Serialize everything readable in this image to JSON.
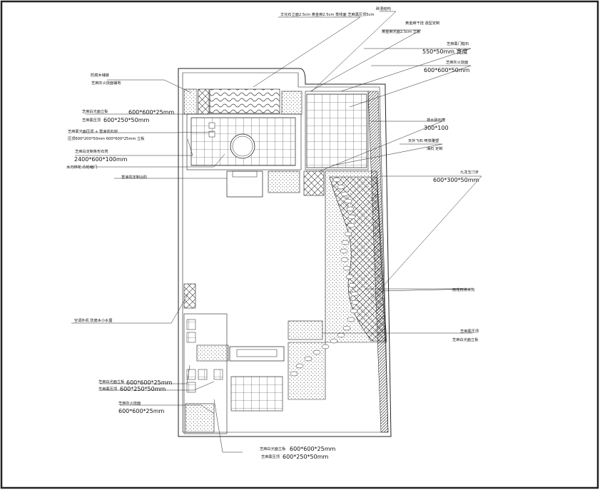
{
  "drawing": {
    "border_color": "#000000",
    "line_color": "#222222",
    "labels": {
      "top_center": "砖混结构",
      "stone_line": "文化石立面2.5cm  黄金麻2.5cm  蒸栈面  芝麻黑压顶5cm",
      "gold_pillar": "黄金麻干挂  造型定制",
      "gold_face": "黄金麻光面2.5cm 立板",
      "threshold_t": "芝麻黑门槛石",
      "threshold_v": "550*50mm 宽度",
      "grey_t": "芝麻灰火烧面",
      "grey_v": "600*600*50mm",
      "drain_t": "排水碎石槽",
      "drain_v": "300*100",
      "tianwai_1": "天外飞石 喷泉雕塑",
      "tianwai_2": "海石 定制",
      "path_t": "九龙玉汀步",
      "path_v": "600*300*50mm",
      "waterscape": "雨花石排水沟",
      "zhima_black": "芝麻黑压顶",
      "zhima_white_r": "芝麻白光面立板",
      "jar_1": "防腐木铺装",
      "jar_2": "芝麻灰火烧面铺地",
      "white_face_t": "芝麻白光面立板",
      "white_face_v": "600*600*25mm",
      "black_press_t": "芝麻黑压顶",
      "black_press_v": "600*250*50mm",
      "plant_1": "芝麻黑光面压顶  +  雪浪花石材",
      "plant_2": "压顶600*200*50mm  600*600*25mm  立板",
      "bench_t": "芝麻白定制条形石凳",
      "bench_v": "2400*600*100mm",
      "water_pipe": "水刀拼花  凸轮缩门",
      "fish_pool": "雪浪花定制台阶",
      "ac_unit": "空调外机  防腐木小水屋",
      "bl_a_t": "芝麻白光面立板",
      "bl_a_v": "600*600*25mm",
      "bl_b_t": "芝麻黑压顶",
      "bl_b_v": "600*250*50mm",
      "bl_c_t": "芝麻灰火烧面",
      "bl_c_v": "600*600*25mm",
      "bottom_a_t": "芝麻白光面立板",
      "bottom_a_v": "600*600*25mm",
      "bottom_b_t": "芝麻黑压顶",
      "bottom_b_v": "600*250*50mm"
    }
  }
}
